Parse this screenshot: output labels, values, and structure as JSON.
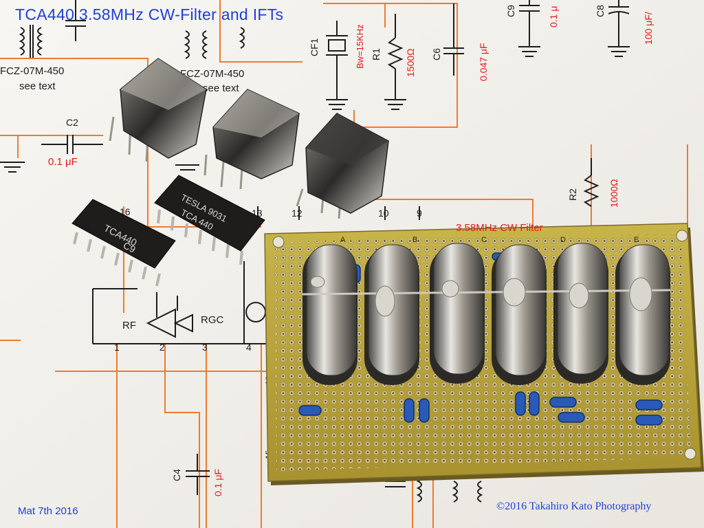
{
  "photo": {
    "title": "TCA440   3.58MHz  CW-Filter and IFTs",
    "date": "Mat 7th 2016",
    "copyright": "©2016  Takahiro Kato  Photography",
    "filter_label": "3.58MHz CW Filter"
  },
  "schematic": {
    "labels": [
      "FCZ-07M-450",
      "see text",
      "FCZ-07M-450",
      "see text",
      "C2",
      "0.1 μF",
      "CF1",
      "Bw=15KHz",
      "R1",
      "1500Ω",
      "C6",
      "0.047 μF",
      "C9",
      "0.1 μ",
      "C8",
      "100 μF/",
      "R2",
      "1000Ω",
      "C4",
      "0.1 μF",
      "RF",
      "RGC",
      "16",
      "13",
      "12",
      "10",
      "9",
      "1",
      "2",
      "3",
      "4",
      "5",
      "10",
      "15"
    ]
  },
  "chips": [
    {
      "line1": "TCA440",
      "line2": "C9"
    },
    {
      "line1": "TESLA 9031",
      "line2": "TCA 440"
    }
  ],
  "board_letters": [
    "A",
    "B",
    "C",
    "D",
    "E"
  ],
  "colors": {
    "schematic_orange": "#f07a2a",
    "schematic_black": "#1c1c1c",
    "text_blue": "#1f3fd8",
    "text_red": "#e4161b",
    "pcb": "#b9a43c"
  }
}
